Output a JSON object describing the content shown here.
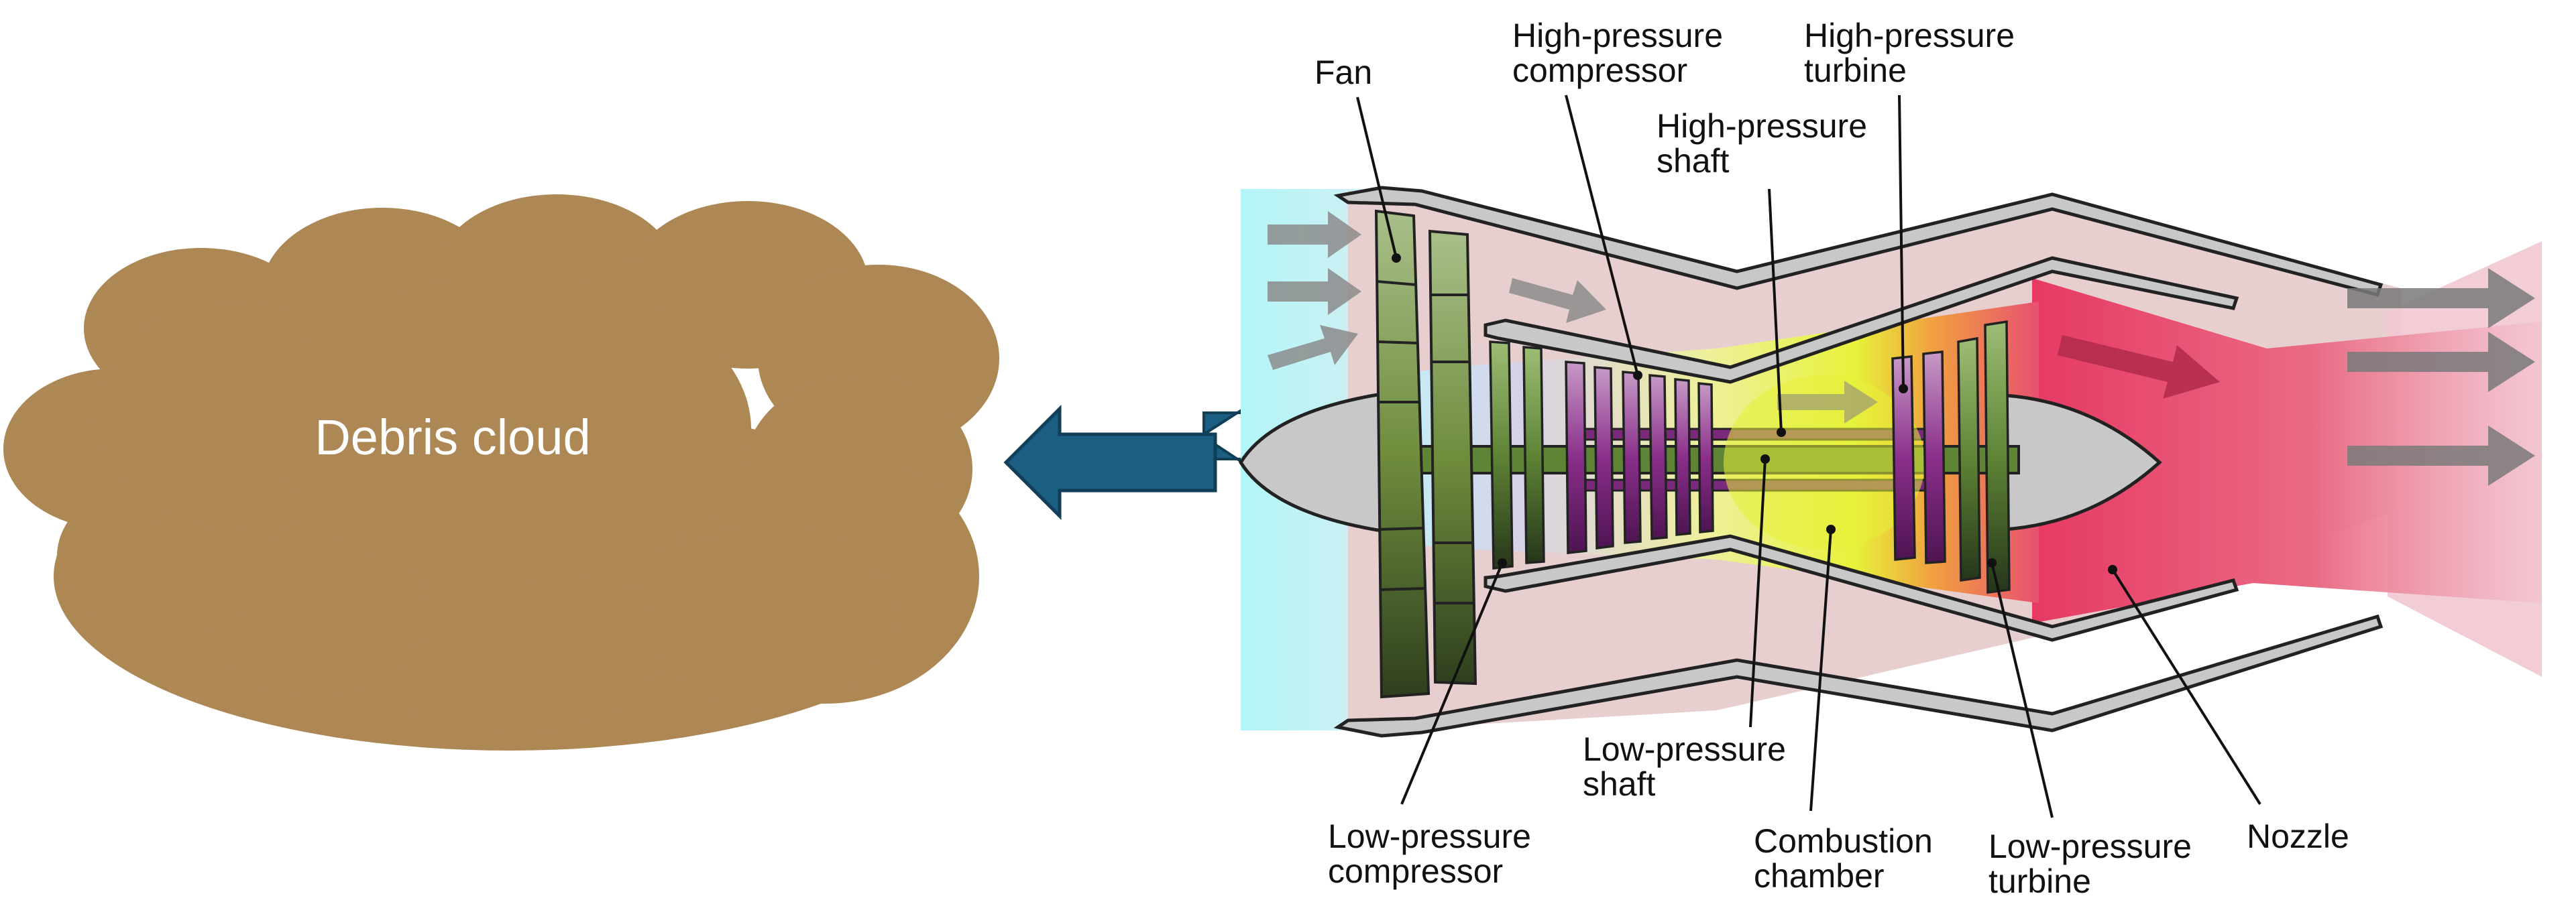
{
  "cloud": {
    "label": "Debris cloud",
    "color": "#ad8754"
  },
  "arrow": {
    "color": "#1b5e82"
  },
  "labels": {
    "fan": "Fan",
    "hpc_1": "High-pressure",
    "hpc_2": "compressor",
    "hpt_1": "High-pressure",
    "hpt_2": "turbine",
    "hps_1": "High-pressure",
    "hps_2": "shaft",
    "lps_1": "Low-pressure",
    "lps_2": "shaft",
    "lpc_1": "Low-pressure",
    "lpc_2": "compressor",
    "cc_1": "Combustion",
    "cc_2": "chamber",
    "lpt_1": "Low-pressure",
    "lpt_2": "turbine",
    "nozzle": "Nozzle"
  },
  "colors": {
    "inlet": "#b8f5f5",
    "bypass": "#e8cccc",
    "exhaust": "#e8506e",
    "casing": "#c8c8c8",
    "fan_blades": "#7f9a4e",
    "hp_compressor": "#8a3a8a",
    "combustion": "#e6f03a",
    "flow_arrows": "#8c8c8c"
  }
}
